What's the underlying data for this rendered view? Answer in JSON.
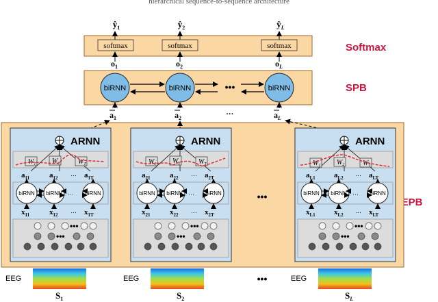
{
  "header_label": "hierarchical sequence-to-sequence architecture",
  "outputs": [
    {
      "y": "ŷ",
      "sub": "1",
      "o": "o",
      "osub": "1"
    },
    {
      "y": "ŷ",
      "sub": "2",
      "o": "o",
      "osub": "2"
    },
    {
      "y": "ŷ",
      "sub": "L",
      "o": "o",
      "osub": "L"
    }
  ],
  "softmax_label": "softmax",
  "birnn_label": "biRNN",
  "dots": "•••",
  "ellipsis_small": "···",
  "layer_labels": {
    "softmax": "Softmax",
    "spb": "SPB",
    "epb": "EPB"
  },
  "a_bar": [
    {
      "a": "a",
      "sub": "1"
    },
    {
      "a": "a",
      "sub": "2"
    },
    {
      "a": "a",
      "sub": "L"
    }
  ],
  "arnn_label": "ARNN",
  "epochs": [
    {
      "w": [
        "W",
        "W",
        "W"
      ],
      "wsub": [
        "1",
        "2",
        "T"
      ],
      "a": [
        [
          "a",
          "11"
        ],
        [
          "a",
          "12"
        ],
        [
          "a",
          "1T"
        ]
      ],
      "x": [
        [
          "x",
          "11"
        ],
        [
          "x",
          "12"
        ],
        [
          "x",
          "1T"
        ]
      ],
      "s": [
        "S",
        "1"
      ]
    },
    {
      "w": [
        "W",
        "W",
        "W"
      ],
      "wsub": [
        "1",
        "2",
        "T"
      ],
      "a": [
        [
          "a",
          "21"
        ],
        [
          "a",
          "22"
        ],
        [
          "a",
          "2T"
        ]
      ],
      "x": [
        [
          "x",
          "21"
        ],
        [
          "x",
          "22"
        ],
        [
          "x",
          "2T"
        ]
      ],
      "s": [
        "S",
        "2"
      ]
    },
    {
      "w": [
        "W",
        "W",
        "W"
      ],
      "wsub": [
        "1",
        "2",
        "T"
      ],
      "a": [
        [
          "a",
          "L1"
        ],
        [
          "a",
          "L2"
        ],
        [
          "a",
          "LT"
        ]
      ],
      "x": [
        [
          "x",
          "L1"
        ],
        [
          "x",
          "L2"
        ],
        [
          "x",
          "LT"
        ]
      ],
      "s": [
        "S",
        "L"
      ]
    }
  ],
  "eeg_label": "EEG",
  "colors": {
    "orange_fill": "#fbd7a3",
    "orange_stroke": "#9b6a33",
    "blue_panel": "#c7dff0",
    "gray_band": "#dcdcdc",
    "node_blue": "#7fbde6",
    "red_label": "#c8163c",
    "dash_red": "#e0202a"
  }
}
